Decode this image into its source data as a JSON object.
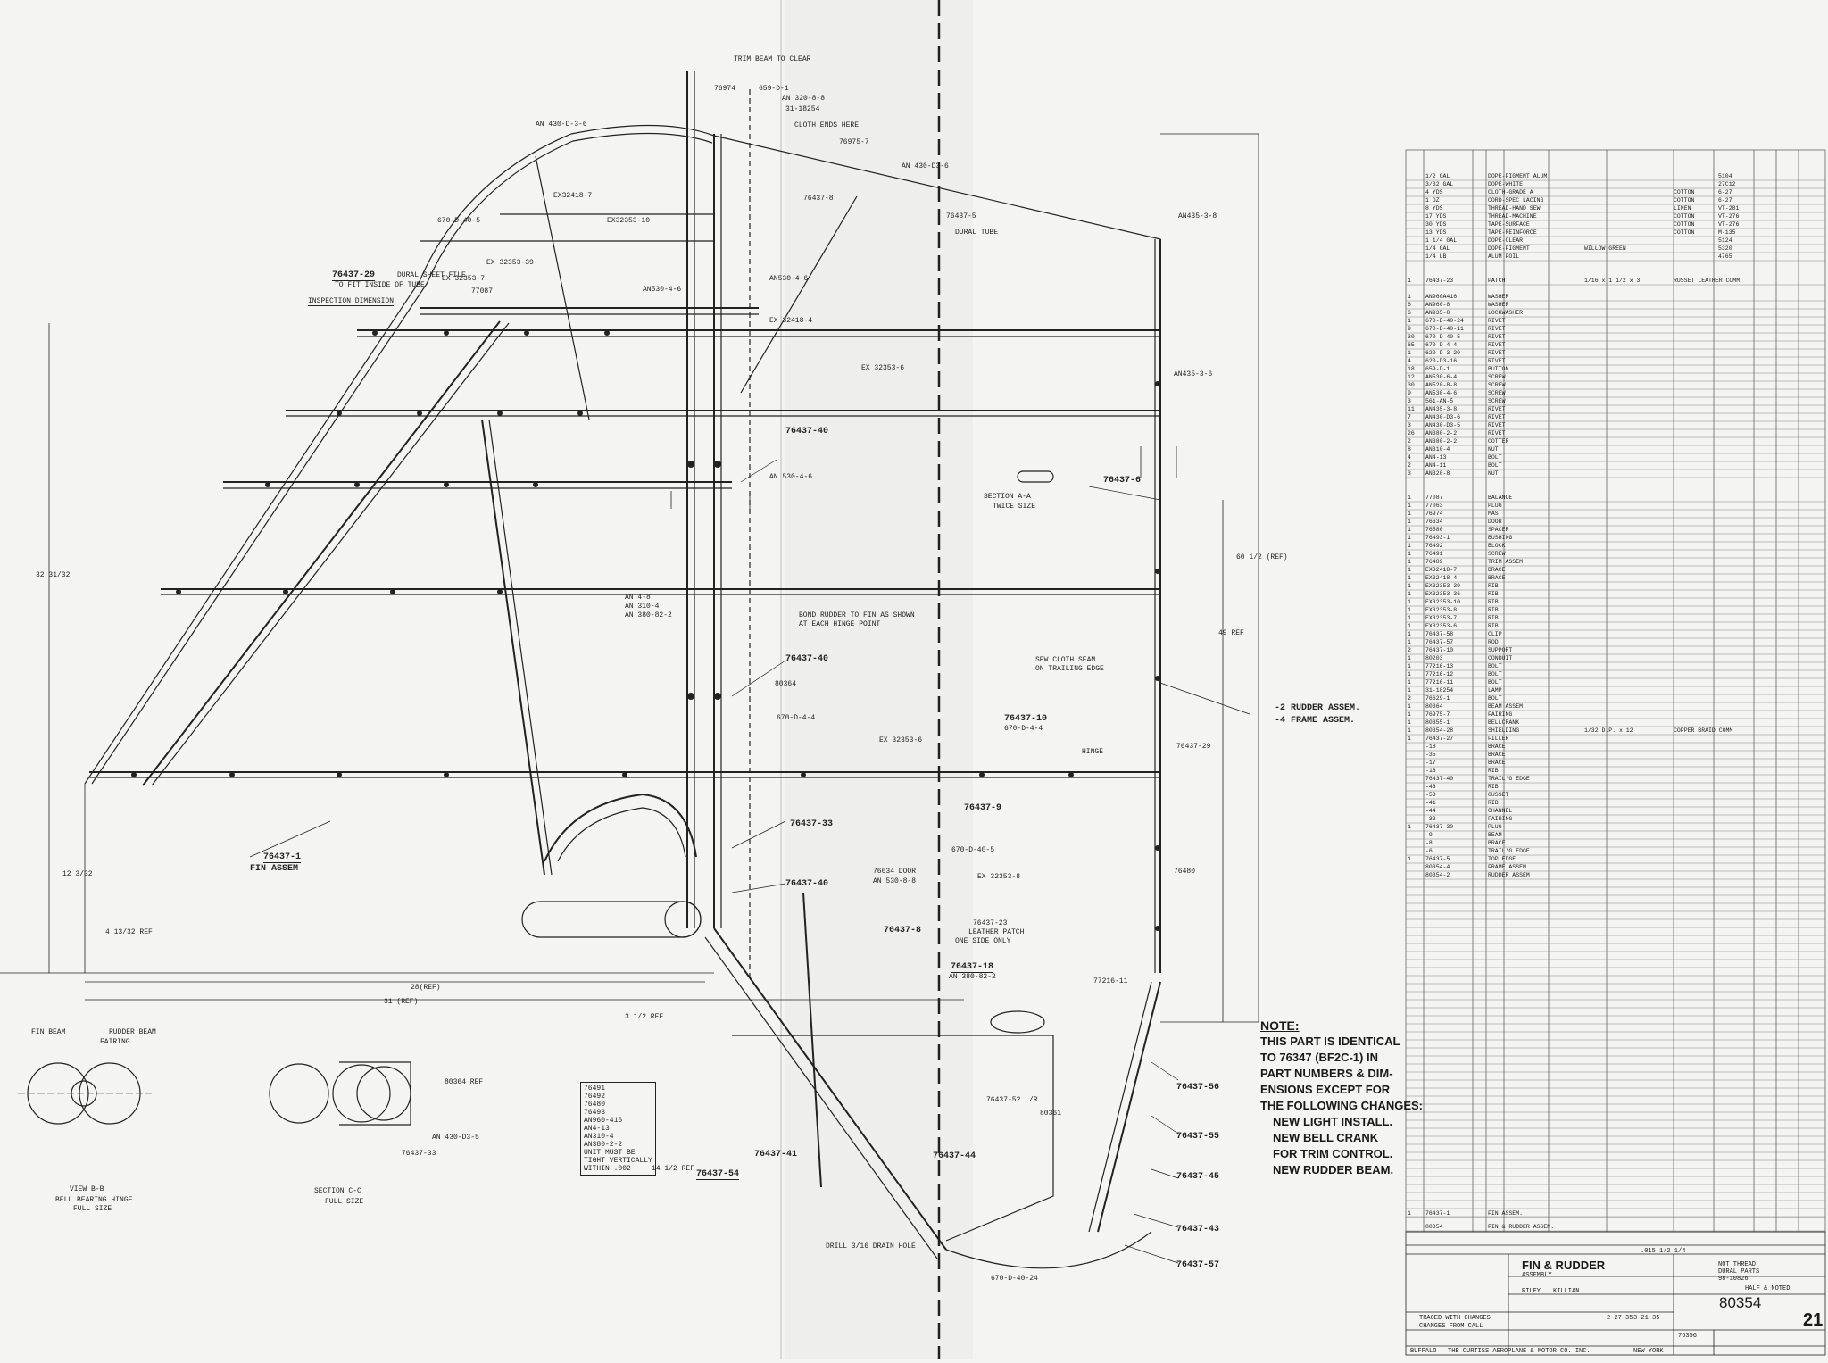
{
  "drawing": {
    "title": "FIN & RUDDER",
    "subtitle": "ASSEMBLY",
    "number": "80354",
    "sheet_number": "21",
    "company": "THE CURTISS AEROPLANE & MOTOR CO. INC.",
    "city": "BUFFALO",
    "location": "NEW YORK"
  },
  "note": {
    "title": "NOTE:",
    "lines": [
      "THIS PART IS IDENTICAL",
      "TO 76347 (BF2C-1) IN",
      "PART NUMBERS & DIM-",
      "ENSIONS EXCEPT FOR",
      "THE FOLLOWING CHANGES:",
      "NEW LIGHT INSTALL.",
      "NEW BELL CRANK",
      "FOR TRIM CONTROL.",
      "NEW RUDDER BEAM."
    ]
  },
  "callouts": {
    "trim_beam": "TRIM BEAM TO CLEAR",
    "cloth_ends": "CLOTH ENDS HERE",
    "p76974": "76974",
    "p659": "659-D-1",
    "an320": "AN 320-8-8",
    "p31": "31-18254",
    "p76975": "76975-7",
    "an430a": "AN 430-D-3-6",
    "an430b": "AN 430-D3-6",
    "an435a": "AN435-3-8",
    "an435b": "AN435-3-6",
    "p76437_8": "76437-8",
    "p76437_5": "76437-5",
    "dural_tube": "DURAL TUBE",
    "ex32418_7": "EX32418-7",
    "ex32353_10": "EX32353-10",
    "p670_40_5": "670-D-40-5",
    "ex32353_39": "EX 32353-39",
    "ex32353_7": "EX 32353-7",
    "p77087": "77087",
    "p76437_29": "76437-29",
    "dural_file": "DURAL SHEET FILE",
    "fit_inside": "TO FIT INSIDE OF TUBE",
    "inspection": "INSPECTION DIMENSION",
    "an530_4_6": "AN530-4-6",
    "ex32418_4": "EX 32418-4",
    "ex32353_6": "EX 32353-6",
    "p76437_40": "76437-40",
    "an530_4_6b": "AN 530-4-6",
    "section_aa": "SECTION A-A",
    "twice_size": "TWICE SIZE",
    "p76437_6": "76437-6",
    "dim_60": "60 1/2 (REF)",
    "dim_49": "49 REF",
    "dim_32": "32 31/32",
    "an4_8": "AN 4-8",
    "an310_4": "AN 310-4",
    "an380": "AN 380-82-2",
    "bond": "BOND RUDDER TO FIN AS SHOWN",
    "hinge_pt": "AT EACH HINGE POINT",
    "p80364": "80364",
    "p670_4_4": "670-D-4-4",
    "ex32353_6b": "EX 32353-6",
    "sew_cloth": "SEW CLOTH SEAM",
    "trailing": "ON TRAILING EDGE",
    "rudder_assem": "-2 RUDDER ASSEM.",
    "frame_assem": "-4 FRAME ASSEM.",
    "p76437_10": "76437-10",
    "p670_4_4b": "670-D-4-4",
    "hinge": "HINGE",
    "p76437_29b": "76437-29",
    "p76437_1": "76437-1",
    "fin_assem": "FIN ASSEM",
    "p76437_33": "76437-33",
    "p76437_9": "76437-9",
    "p670_40_5b": "670-D-40-5",
    "ex32353_8": "EX 32353-8",
    "p76480": "76480",
    "door": "76634 DOOR",
    "an530_8_8": "AN 530-8-8",
    "p76437_8b": "76437-8",
    "leather": "76437-23",
    "leather2": "LEATHER PATCH",
    "one_side": "ONE SIDE ONLY",
    "p76437_18": "76437-18",
    "an380b": "AN 380-82-2",
    "p77216_11": "77216-11",
    "dim_28": "28(REF)",
    "dim_31": "31 (REF)",
    "dim_12": "12 3/32",
    "dim_4": "4 13/32 REF",
    "dim_3": "3 1/2 REF",
    "dim_14": "14 1/2 REF",
    "p76437_52": "76437-52 L/R",
    "p80361": "80361",
    "p76437_56": "76437-56",
    "p76437_55": "76437-55",
    "p76437_45": "76437-45",
    "p76437_43": "76437-43",
    "p76437_57": "76437-57",
    "p76437_44": "76437-44",
    "p76437_41": "76437-41",
    "p76437_54": "76437-54",
    "p670_40_24": "670-D-40-24",
    "drill": "DRILL 3/16 DRAIN HOLE",
    "view_bb": "VIEW B-B",
    "bell_hinge": "BELL BEARING HINGE",
    "full_size": "FULL SIZE",
    "section_cc": "SECTION C-C",
    "full_size2": "FULL SIZE",
    "fin_beam": "FIN BEAM",
    "rudder_beam": "RUDDER BEAM",
    "fairing": "FAIRING",
    "an430_3_5": "AN 430-D3-5",
    "p76437_33b": "76437-33",
    "p80364_ref": "80364 REF",
    "kit_list": [
      "76491",
      "76492",
      "76480",
      "76493",
      "AN960-416",
      "AN4-13",
      "AN310-4",
      "AN380-2-2"
    ],
    "unit_note": "UNIT MUST BE",
    "unit_note2": "TIGHT VERTICALLY",
    "unit_note3": "WITHIN .002"
  },
  "bom": {
    "materials": [
      [
        "1/2 GAL",
        "DOPE-PIGMENT ALUM",
        "",
        "",
        "5104"
      ],
      [
        "3/32 GAL",
        "DOPE-WHITE",
        "",
        "",
        "27C12"
      ],
      [
        "4 YDS",
        "CLOTH-GRADE A",
        "",
        "COTTON",
        "6-27"
      ],
      [
        "1 OZ",
        "CORD-SPEC LACING",
        "",
        "COTTON",
        "6-27"
      ],
      [
        "8 YDS",
        "THREAD-HAND SEW",
        "",
        "LINEN",
        "VT-281"
      ],
      [
        "17 YDS",
        "THREAD-MACHINE",
        "",
        "COTTON",
        "VT-276"
      ],
      [
        "30 YDS",
        "TAPE-SURFACE",
        "",
        "COTTON",
        "VT-276"
      ],
      [
        "13 YDS",
        "TAPE-REINFORCE",
        "",
        "COTTON",
        "M-135"
      ],
      [
        "1 1/4 GAL",
        "DOPE-CLEAR",
        "",
        "",
        "5124"
      ],
      [
        "1/4 GAL",
        "DOPE-PIGMENT",
        "WILLOW GREEN",
        "",
        "5320"
      ],
      [
        "1/4 LB",
        "ALUM FOIL",
        "",
        "",
        "4765"
      ]
    ],
    "patch": [
      "1",
      "76437-23",
      "PATCH",
      "1/16 x 1 1/2 x 3",
      "RUSSET LEATHER COMM"
    ],
    "hardware": [
      [
        "1",
        "AN960A416",
        "WASHER"
      ],
      [
        "6",
        "AN960-8",
        "WASHER"
      ],
      [
        "6",
        "AN935-8",
        "LOCKWASHER"
      ],
      [
        "1",
        "670-D-40-24",
        "RIVET"
      ],
      [
        "9",
        "670-D-40-11",
        "RIVET"
      ],
      [
        "30",
        "670-D-40-5",
        "RIVET"
      ],
      [
        "65",
        "670-D-4-4",
        "RIVET"
      ],
      [
        "1",
        "620-D-3-20",
        "RIVET"
      ],
      [
        "4",
        "620-D3-16",
        "RIVET"
      ],
      [
        "18",
        "659-D-1",
        "BUTTON"
      ],
      [
        "12",
        "AN530-6-4",
        "SCREW"
      ],
      [
        "30",
        "AN520-8-8",
        "SCREW"
      ],
      [
        "9",
        "AN530-4-6",
        "SCREW"
      ],
      [
        "3",
        "561-AN-5",
        "SCREW"
      ],
      [
        "11",
        "AN435-3-8",
        "RIVET"
      ],
      [
        "7",
        "AN430-D3-6",
        "RIVET"
      ],
      [
        "3",
        "AN430-D3-5",
        "RIVET"
      ],
      [
        "26",
        "AN380-2-2",
        "RIVET"
      ],
      [
        "2",
        "AN380-2-2",
        "COTTER"
      ],
      [
        "8",
        "AN310-4",
        "NUT"
      ],
      [
        "4",
        "AN4-13",
        "BOLT"
      ],
      [
        "2",
        "AN4-11",
        "BOLT"
      ],
      [
        "3",
        "AN320-8",
        "NUT"
      ]
    ],
    "parts": [
      [
        "1",
        "77087",
        "BALANCE"
      ],
      [
        "1",
        "77063",
        "PLUG"
      ],
      [
        "1",
        "76974",
        "MAST"
      ],
      [
        "1",
        "76634",
        "DOOR"
      ],
      [
        "1",
        "76580",
        "SPACER"
      ],
      [
        "1",
        "76493-1",
        "BUSHING"
      ],
      [
        "1",
        "76492",
        "BLOCK"
      ],
      [
        "1",
        "76491",
        "SCREW"
      ],
      [
        "1",
        "76489",
        "TRIM ASSEM"
      ],
      [
        "1",
        "EX32418-7",
        "BRACE"
      ],
      [
        "1",
        "EX32418-4",
        "BRACE"
      ],
      [
        "1",
        "EX32353-39",
        "RIB"
      ],
      [
        "1",
        "EX32353-36",
        "RIB"
      ],
      [
        "1",
        "EX32353-10",
        "RIB"
      ],
      [
        "1",
        "EX32353-8",
        "RIB"
      ],
      [
        "1",
        "EX32353-7",
        "RIB"
      ],
      [
        "1",
        "EX32353-6",
        "RIB"
      ],
      [
        "1",
        "76437-58",
        "CLIP"
      ],
      [
        "1",
        "76437-57",
        "ROD"
      ],
      [
        "2",
        "76437-10",
        "SUPPORT"
      ],
      [
        "1",
        "80203",
        "CONDUIT"
      ],
      [
        "1",
        "77216-13",
        "BOLT"
      ],
      [
        "1",
        "77216-12",
        "BOLT"
      ],
      [
        "1",
        "77216-11",
        "BOLT"
      ],
      [
        "1",
        "31-18254",
        "LAMP"
      ],
      [
        "2",
        "76629-1",
        "BOLT"
      ],
      [
        "1",
        "80364",
        "BEAM ASSEM"
      ],
      [
        "1",
        "76975-7",
        "FAIRING"
      ],
      [
        "1",
        "80355-1",
        "BELLCRANK"
      ]
    ],
    "shield": [
      "1",
      "80354-28",
      "SHIELDING",
      "1/32 D.P. x 12",
      "COPPER BRAID COMM"
    ],
    "dashes": [
      [
        "1",
        "76437-27",
        "FILLER"
      ],
      [
        "",
        "-18",
        "BRACE"
      ],
      [
        "",
        "-35",
        "BRACE"
      ],
      [
        "",
        "-17",
        "BRACE"
      ],
      [
        "",
        "-16",
        "RIB"
      ],
      [
        "",
        "76437-40",
        "TRAIL'G EDGE"
      ],
      [
        "",
        "-43",
        "RIB"
      ],
      [
        "",
        "-53",
        "GUSSET"
      ],
      [
        "",
        "-41",
        "RIB"
      ],
      [
        "",
        "-44",
        "CHANNEL"
      ],
      [
        "",
        "-33",
        "FAIRING"
      ],
      [
        "1",
        "76437-30",
        "PLUG"
      ],
      [
        "",
        "-9",
        "BEAM"
      ],
      [
        "",
        "-8",
        "BRACE"
      ],
      [
        "",
        "-6",
        "TRAIL'G EDGE"
      ],
      [
        "1",
        "76437-5",
        "TOP EDGE"
      ],
      [
        "",
        "80354-4",
        "FRAME ASSEM"
      ],
      [
        "",
        "80354-2",
        "RUDDER ASSEM"
      ]
    ],
    "final": [
      [
        "1",
        "76437-1",
        "FIN ASSEM."
      ],
      [
        "",
        "80354",
        "FIN & RUDDER ASSEM."
      ]
    ]
  },
  "titleblock": {
    "drawn": "RILEY",
    "traced": "KILLIAN",
    "material": "NOT THREAD",
    "heat_treat": "DURAL PARTS",
    "spec": "98-10826",
    "scale": "HALF & NOTED",
    "change1": "TRACED WITH CHANGES",
    "change2": "CHANGES FROM CALL",
    "date1": "2-27-35",
    "date2": "3-21-35",
    "tolerance": ".015 1/2 1/4",
    "assembly": "76356"
  }
}
